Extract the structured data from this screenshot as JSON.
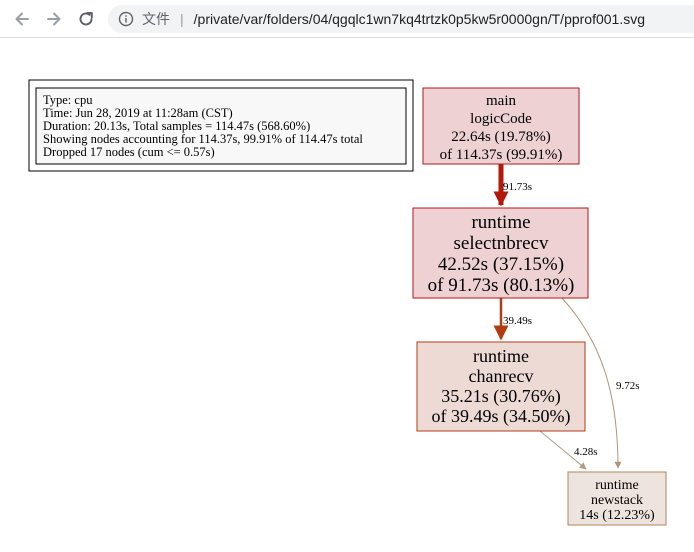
{
  "browser": {
    "site_label": "文件",
    "separator": "|",
    "url": "/private/var/folders/04/qgqlc1wn7kq4trtzk0p5kw5r0000gn/T/pprof001.svg"
  },
  "legend": {
    "lines": [
      "Type: cpu",
      "Time: Jun 28, 2019 at 11:28am (CST)",
      "Duration: 20.13s, Total samples = 114.47s (568.60%)",
      "Showing nodes accounting for 114.37s, 99.91% of 114.47s total",
      "Dropped 17 nodes (cum <= 0.57s)"
    ]
  },
  "nodes": {
    "main": {
      "lines": [
        "main",
        "logicCode",
        "22.64s (19.78%)",
        "of 114.37s (99.91%)"
      ],
      "fill": "#edd1d3",
      "stroke": "#b2181b"
    },
    "selectnbrecv": {
      "lines": [
        "runtime",
        "selectnbrecv",
        "42.52s (37.15%)",
        "of 91.73s (80.13%)"
      ],
      "fill": "#edd1d3",
      "stroke": "#b2181b"
    },
    "chanrecv": {
      "lines": [
        "runtime",
        "chanrecv",
        "35.21s (30.76%)",
        "of 39.49s (34.50%)"
      ],
      "fill": "#eddad5",
      "stroke": "#b23c17"
    },
    "newstack": {
      "lines": [
        "runtime",
        "newstack",
        "14s (12.23%)"
      ],
      "fill": "#ede4dd",
      "stroke": "#b28360"
    }
  },
  "edges": {
    "main_selectnbrecv": {
      "label": "91.73s",
      "color": "#b2180c"
    },
    "selectnbrecv_chanrecv": {
      "label": "39.49s",
      "color": "#b23c0f"
    },
    "selectnbrecv_newstack": {
      "label": "9.72s",
      "color": "#b29478"
    },
    "chanrecv_newstack": {
      "label": "4.28s",
      "color": "#b29c86"
    }
  }
}
